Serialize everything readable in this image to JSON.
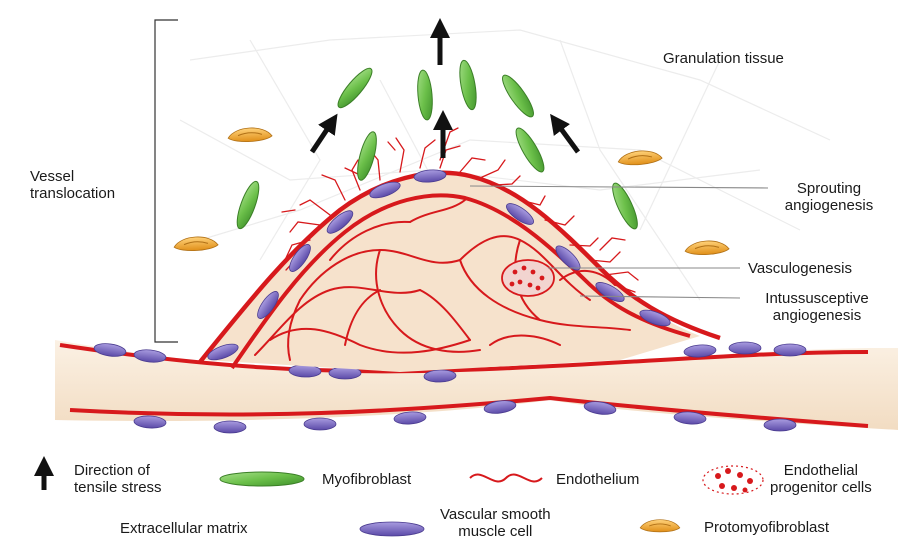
{
  "labels": {
    "vessel_translocation": [
      "Vessel",
      "translocation"
    ],
    "granulation_tissue": "Granulation tissue",
    "sprouting_angiogenesis": [
      "Sprouting",
      "angiogenesis"
    ],
    "vasculogenesis": "Vasculogenesis",
    "intussusceptive_angiogenesis": [
      "Intussusceptive",
      "angiogenesis"
    ]
  },
  "legend": {
    "tensile_stress": [
      "Direction of",
      "tensile stress"
    ],
    "myofibroblast": "Myofibroblast",
    "endothelium": "Endothelium",
    "endothelial_progenitor_cells": [
      "Endothelial",
      "progenitor cells"
    ],
    "extracellular_matrix": "Extracellular matrix",
    "vascular_smooth_muscle_cell": [
      "Vascular smooth",
      "muscle cell"
    ],
    "protomyofibroblast": "Protomyofibroblast"
  },
  "colors": {
    "endothelium": "#d7191c",
    "myofibroblast": "#6cc04a",
    "smooth_muscle": "#7b6cc0",
    "protomyofibroblast": "#f0a830",
    "matrix": "#f6e6d2",
    "arrow": "#111111"
  }
}
